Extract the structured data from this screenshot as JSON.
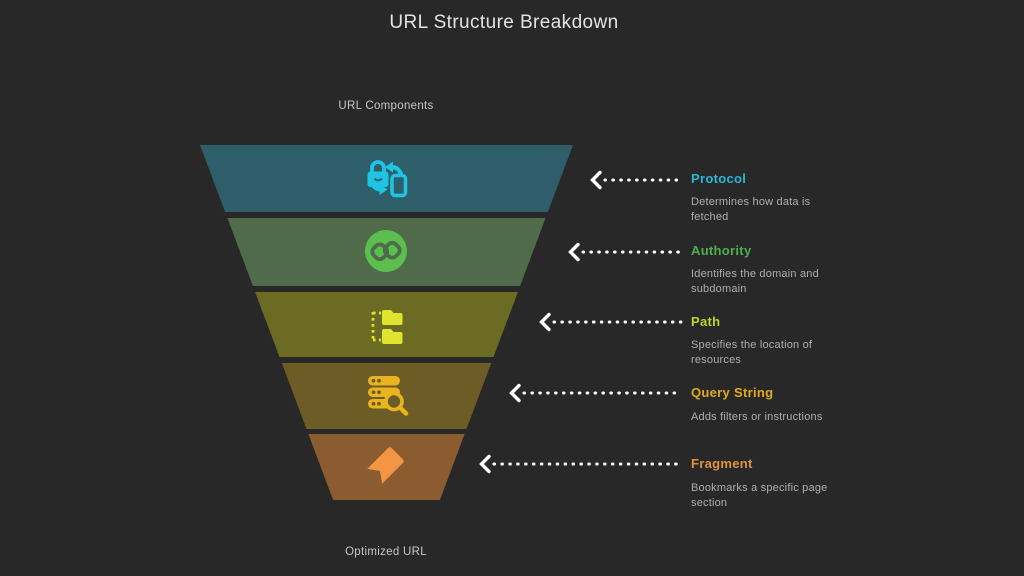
{
  "title": "URL Structure Breakdown",
  "funnel": {
    "top_label": "URL Components",
    "bottom_label": "Optimized URL",
    "background_color": "#282828",
    "arrow_color": "#ffffff",
    "segments": [
      {
        "name": "Protocol",
        "description": "Determines how data is fetched",
        "color": "#2e5e69",
        "icon": "device-sync-lock-icon",
        "icon_color": "#1fc4e3",
        "label_color": "#2ab7d4"
      },
      {
        "name": "Authority",
        "description": "Identifies the domain and subdomain",
        "color": "#4f6b49",
        "icon": "linked-rings-icon",
        "icon_color": "#5bbf4f",
        "label_color": "#4cae50"
      },
      {
        "name": "Path",
        "description": "Specifies the location of resources",
        "color": "#6b6b23",
        "icon": "folder-tree-icon",
        "icon_color": "#e0e42c",
        "label_color": "#bed32b"
      },
      {
        "name": "Query String",
        "description": "Adds filters or instructions",
        "color": "#6d5c26",
        "icon": "database-search-icon",
        "icon_color": "#eab41f",
        "label_color": "#dfaa1e"
      },
      {
        "name": "Fragment",
        "description": "Bookmarks a specific page section",
        "color": "#8a5c30",
        "icon": "bookmark-icon",
        "icon_color": "#f29644",
        "label_color": "#e5923e"
      }
    ]
  }
}
